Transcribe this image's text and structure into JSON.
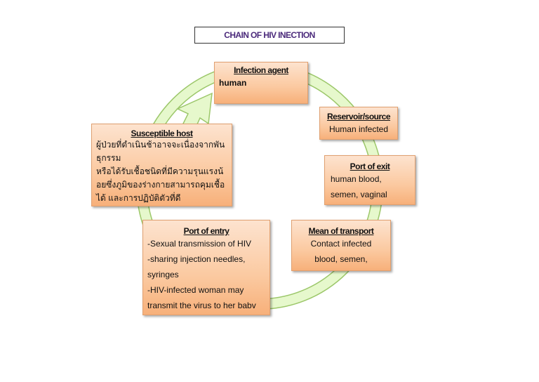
{
  "title": "CHAIN OF HIV INECTION",
  "colors": {
    "title": "#4b2a7b",
    "box_fill": "#fbc9a0",
    "ring": "#e3f7c4"
  },
  "nodes": {
    "infection_agent": {
      "heading": "Infection agent",
      "lines": [
        "human"
      ]
    },
    "reservoir": {
      "heading": "Reservoir/source",
      "lines": [
        "Human infected"
      ]
    },
    "port_of_exit": {
      "heading": "Port of exit",
      "lines": [
        "human blood,",
        "semen, vaginal"
      ]
    },
    "mean_of_transport": {
      "heading": "Mean of transport",
      "lines": [
        "Contact infected",
        "blood, semen,"
      ]
    },
    "port_of_entry": {
      "heading": "Port of entry",
      "lines": [
        "-Sexual transmission of HIV",
        "-sharing injection needles,",
        "syringes",
        "-HIV-infected woman may",
        "transmit the virus to her babv"
      ]
    },
    "susceptible_host": {
      "heading": "Susceptible host",
      "lines": [
        "ผู้ป่วยที่ดำเนินช้าอาจจะเนื่องจากพัน",
        "ธุกรรม",
        "หรือได้รับเชื้อชนิดที่มีความรุนแรงน้",
        "อยซึ่งภูมิของร่างกายสามารถคุมเชื้อ",
        "ได้ และการปฏิบัติตัวที่ดี"
      ]
    }
  }
}
